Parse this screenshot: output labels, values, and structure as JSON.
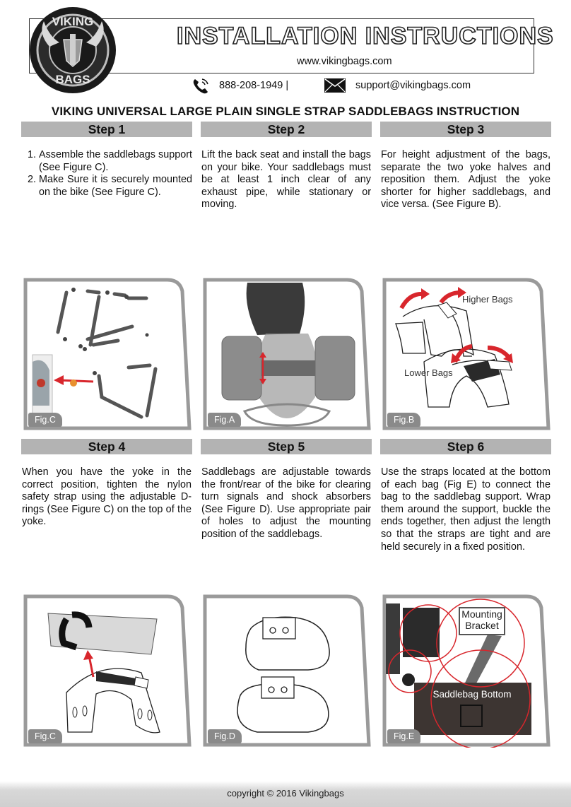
{
  "header": {
    "logo_top_text": "VIKING",
    "logo_bottom_text": "BAGS",
    "title": "INSTALLATION INSTRUCTIONS",
    "website": "www.vikingbags.com",
    "phone": "888-208-1949  |",
    "email": "support@vikingbags.com"
  },
  "document": {
    "title": "VIKING UNIVERSAL LARGE PLAIN SINGLE STRAP SADDLEBAGS INSTRUCTION"
  },
  "steps": [
    {
      "label": "Step 1",
      "items": [
        "Assemble the saddlebags support (See Figure C).",
        "Make Sure it is securely mounted on the bike (See Figure C)."
      ]
    },
    {
      "label": "Step 2",
      "text": "Lift the back seat and install the bags on your bike. Your saddlebags must be at least 1 inch clear of any exhaust pipe, while stationary or moving."
    },
    {
      "label": "Step 3",
      "text": "For height adjustment of the bags, separate the two yoke halves and reposition them. Adjust the yoke shorter for higher saddlebags, and vice versa. (See Figure B)."
    },
    {
      "label": "Step 4",
      "text": "When you have the yoke in the correct position, tighten the nylon safety strap using the adjustable D-rings (See Figure C) on the top of the yoke."
    },
    {
      "label": "Step 5",
      "text": "Saddlebags are adjustable towards the front/rear of the bike for clearing turn signals and shock absorbers (See Figure D). Use appropriate pair of holes to adjust the mounting position of the saddlebags."
    },
    {
      "label": "Step 6",
      "text": "Use the straps located at the bottom of each bag (Fig E) to connect the bag to the saddlebag support. Wrap them around the support, buckle the ends together, then adjust the length so that the straps are tight and are held securely in a fixed position."
    }
  ],
  "figures": [
    {
      "label": "Fig.C"
    },
    {
      "label": "Fig.A"
    },
    {
      "label": "Fig.B",
      "annotations": [
        "Higher Bags",
        "Lower Bags"
      ]
    },
    {
      "label": "Fig.C"
    },
    {
      "label": "Fig.D"
    },
    {
      "label": "Fig.E",
      "annotations": [
        "Mounting",
        "Bracket",
        "Saddlebag Bottom"
      ]
    }
  ],
  "footer": {
    "copyright": "copyright © 2016 Vikingbags"
  },
  "colors": {
    "step_bar": "#b3b3b3",
    "arrow_red": "#d8262c",
    "fig_label_bg": "#8a8a8a"
  },
  "icons": [
    "phone-icon",
    "envelope-icon",
    "viking-helmet-logo"
  ]
}
